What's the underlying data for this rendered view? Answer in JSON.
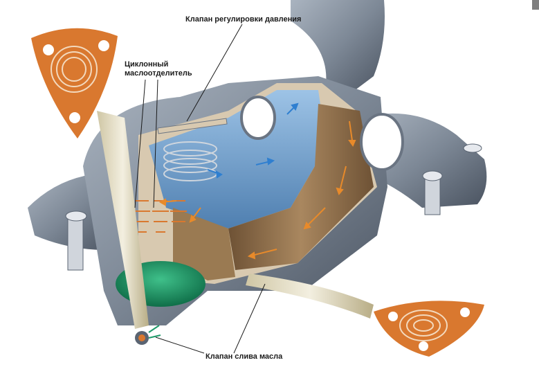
{
  "labels": {
    "pressure_valve": "Клапан регулировки давления",
    "cyclone_line1": "Циклонный",
    "cyclone_line2": "маслоотделитель",
    "drain_valve": "Клапан слива масла"
  },
  "colors": {
    "housing_dark": "#5a6472",
    "housing_mid": "#7d8896",
    "housing_light": "#aab4c0",
    "chamber_blue": "#5f8fbf",
    "chamber_light_blue": "#9dc3e6",
    "brown_channel": "#8a6a45",
    "orange_arrow": "#e88a2a",
    "blue_arrow": "#2f7fd0",
    "oil_green": "#1f9a6a",
    "gasket_orange": "#d9782f",
    "cut_surface": "#d8c9b0"
  }
}
